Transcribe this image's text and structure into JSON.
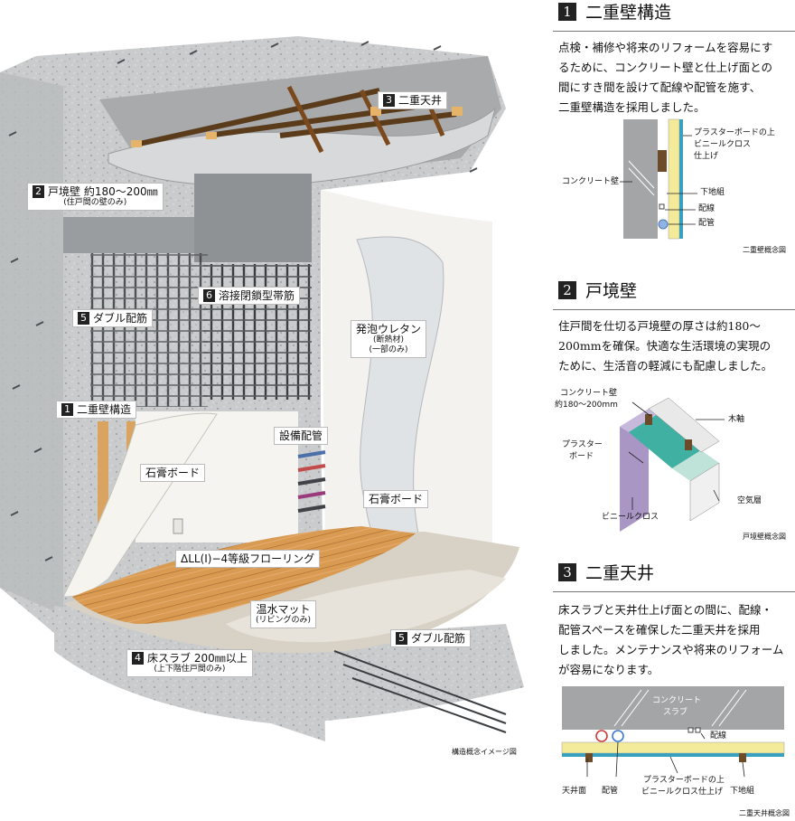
{
  "illustration": {
    "labels": {
      "double_ceiling": {
        "num": "3",
        "text": "二重天井"
      },
      "party_wall": {
        "num": "2",
        "text": "戸境壁 約180〜200㎜",
        "sub": "(住戸間の壁のみ)"
      },
      "double_rebar_top": {
        "num": "5",
        "text": "ダブル配筋"
      },
      "welded_hoop": {
        "num": "6",
        "text": "溶接閉鎖型帯筋"
      },
      "double_wall": {
        "num": "1",
        "text": "二重壁構造"
      },
      "gypsum_left": "石膏ボード",
      "equipment_pipe": "設備配管",
      "urethane": {
        "text": "発泡ウレタン",
        "sub1": "(断熱材)",
        "sub2": "(一部のみ)"
      },
      "gypsum_right": "石膏ボード",
      "flooring": "ΔLL(Ⅰ)−4等級フローリング",
      "hot_water_mat": {
        "text": "温水マット",
        "sub": "(リビングのみ)"
      },
      "double_rebar_bottom": {
        "num": "5",
        "text": "ダブル配筋"
      },
      "floor_slab": {
        "num": "4",
        "text": "床スラブ 200㎜以上",
        "sub": "(上下階住戸間のみ)"
      }
    },
    "caption": "構造概念イメージ図"
  },
  "sections": [
    {
      "num": "1",
      "title": "二重壁構造",
      "lines": [
        "点検・補修や将来のリフォームを容易にす",
        "るために、コンクリート壁と仕上げ面との",
        "間にすき間を設けて配線や配管を施す、",
        "二重壁構造を採用しました。"
      ],
      "diagram": {
        "concrete": "コンクリート壁",
        "board1": "プラスターボードの上",
        "board2": "ビニールクロス",
        "board3": "仕上げ",
        "frame": "下地組",
        "wiring": "配線",
        "pipe": "配管"
      },
      "caption": "二重壁概念図"
    },
    {
      "num": "2",
      "title": "戸境壁",
      "lines": [
        "住戸間を仕切る戸境壁の厚さは約180〜",
        "200mmを確保。快適な生活環境の実現の",
        "ために、生活音の軽減にも配慮しました。"
      ],
      "diagram": {
        "concrete1": "コンクリート壁",
        "concrete2": "約180〜200mm",
        "stud": "木軸",
        "plaster1": "プラスター",
        "plaster2": "ボード",
        "air": "空気層",
        "vinyl": "ビニールクロス"
      },
      "caption": "戸境壁概念図"
    },
    {
      "num": "3",
      "title": "二重天井",
      "lines": [
        "床スラブと天井仕上げ面との間に、配線・",
        "配管スペースを確保した二重天井を採用",
        "しました。メンテナンスや将来のリフォーム",
        "が容易になります。"
      ],
      "diagram": {
        "slab1": "コンクリート",
        "slab2": "スラブ",
        "wiring": "配線",
        "ceiling": "天井面",
        "pipe": "配管",
        "board1": "プラスターボードの上",
        "board2": "ビニールクロス仕上げ",
        "frame": "下地組"
      },
      "caption": "二重天井概念図"
    }
  ]
}
